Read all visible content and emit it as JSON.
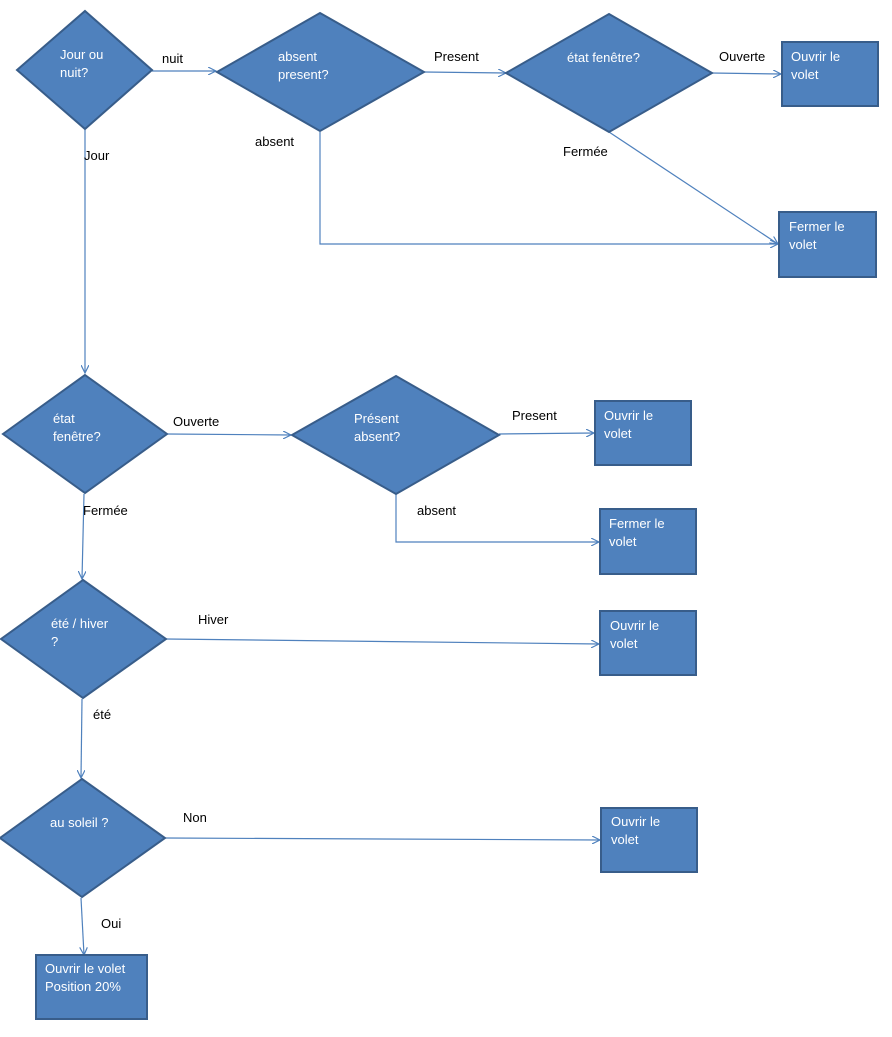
{
  "colors": {
    "shape_fill": "#4f81bd",
    "shape_border": "#385d8a",
    "connector": "#4f81bd",
    "shape_text": "#ffffff",
    "edge_text": "#000000"
  },
  "decisions": {
    "jour_nuit": [
      "Jour ou",
      "nuit?"
    ],
    "absent_present": [
      "absent",
      "present?"
    ],
    "etat_fenetre_nuit": [
      "état fenêtre?"
    ],
    "etat_fenetre_jour": [
      "état",
      "fenêtre?"
    ],
    "present_absent": [
      "Présent",
      "absent?"
    ],
    "ete_hiver": [
      "été / hiver",
      "?"
    ],
    "au_soleil": [
      "au soleil ?"
    ]
  },
  "actions": {
    "nuit_ouvrir": [
      "Ouvrir le",
      "volet"
    ],
    "nuit_fermer": [
      "Fermer le",
      "volet"
    ],
    "jour_present_ouvrir": [
      "Ouvrir le",
      "volet"
    ],
    "jour_absent_fermer": [
      "Fermer le",
      "volet"
    ],
    "hiver_ouvrir": [
      "Ouvrir le",
      "volet"
    ],
    "non_ouvrir": [
      "Ouvrir le",
      "volet"
    ],
    "oui_ouvrir": [
      "Ouvrir le volet",
      "Position  20%"
    ]
  },
  "edges": {
    "nuit": "nuit",
    "jour": "Jour",
    "present_top": "Present",
    "absent_top": "absent",
    "ouverte_top": "Ouverte",
    "fermee_top": "Fermée",
    "ouverte_mid": "Ouverte",
    "fermee_mid": "Fermée",
    "present_mid": "Present",
    "absent_mid": "absent",
    "hiver": "Hiver",
    "ete": "été",
    "non": "Non",
    "oui": "Oui"
  }
}
